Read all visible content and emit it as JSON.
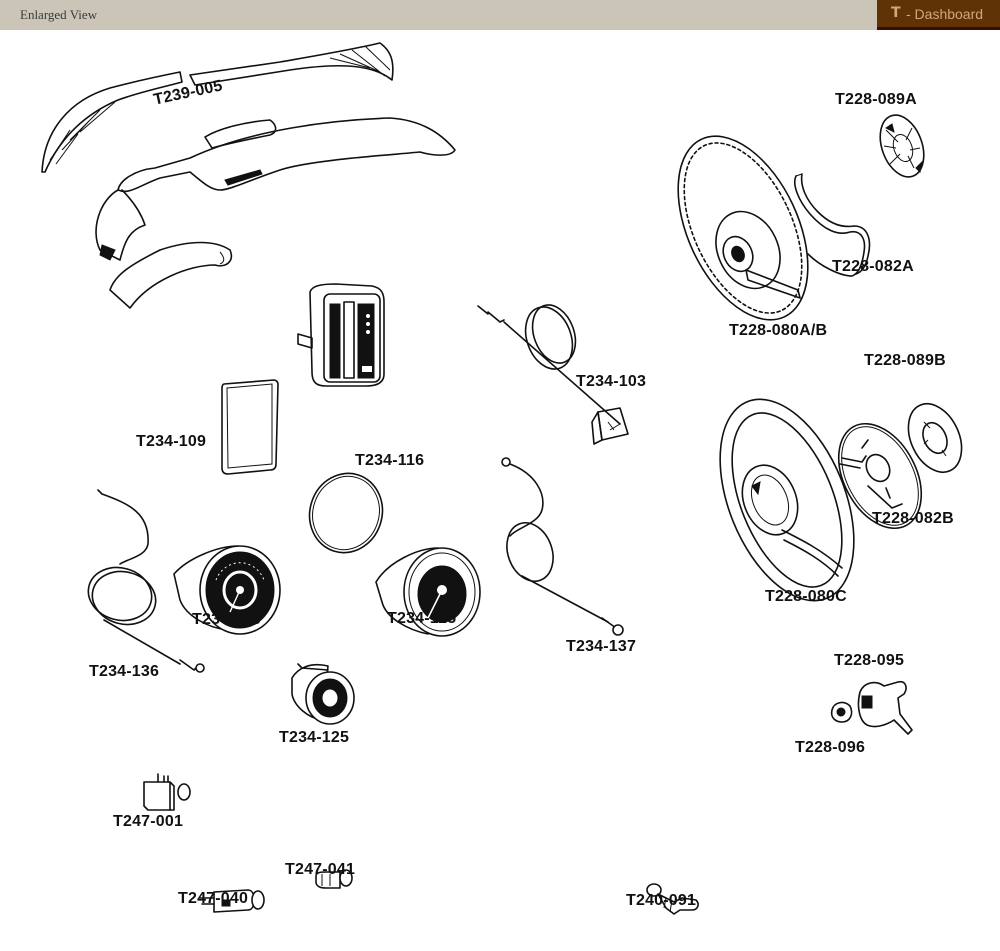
{
  "header": {
    "title": "Enlarged View",
    "section_letter": "T",
    "section_label": "- Dashboard",
    "colors": {
      "bar_background": "#cbc5b8",
      "section_background": "#5f3306",
      "section_border": "#3a0c06",
      "section_text": "#d8a57a"
    }
  },
  "diagram": {
    "parts": [
      {
        "id": "T239-005",
        "label": "T239-005",
        "description": "dashboard top roll with wood veneer cappings"
      },
      {
        "id": "T228-089A",
        "label": "T228-089A",
        "description": "steering wheel horn push (type A)"
      },
      {
        "id": "T228-082A",
        "label": "T228-082A",
        "description": "horn ring (type A)"
      },
      {
        "id": "T228-080A/B",
        "label": "T228-080A/B",
        "description": "steering wheel (types A/B)"
      },
      {
        "id": "T234-103",
        "label": "T234-103",
        "description": "temperature gauge with capillary"
      },
      {
        "id": "T228-089B",
        "label": "T228-089B",
        "description": "steering wheel horn push (type B)"
      },
      {
        "id": "T234-109",
        "label": "T234-109",
        "description": "instrument panel gasket"
      },
      {
        "id": "T234-116",
        "label": "T234-116",
        "description": "instrument bezel seal ring"
      },
      {
        "id": "T228-082B",
        "label": "T228-082B",
        "description": "horn ring (type B)"
      },
      {
        "id": "T228-080C",
        "label": "T228-080C",
        "description": "steering wheel (type C)"
      },
      {
        "id": "T234-110",
        "label": "T234-110",
        "description": "speedometer"
      },
      {
        "id": "T234-115",
        "label": "T234-115",
        "description": "tachometer"
      },
      {
        "id": "T234-137",
        "label": "T234-137",
        "description": "tachometer drive cable"
      },
      {
        "id": "T234-136",
        "label": "T234-136",
        "description": "speedometer drive cable"
      },
      {
        "id": "T228-095",
        "label": "T228-095",
        "description": "ignition switch"
      },
      {
        "id": "T228-096",
        "label": "T228-096",
        "description": "ignition lock barrel"
      },
      {
        "id": "T234-125",
        "label": "T234-125",
        "description": "small gauge"
      },
      {
        "id": "T247-001",
        "label": "T247-001",
        "description": "switch"
      },
      {
        "id": "T247-041",
        "label": "T247-041",
        "description": "cigar lighter element"
      },
      {
        "id": "T247-040",
        "label": "T247-040",
        "description": "cigar lighter"
      },
      {
        "id": "T240-091",
        "label": "T240-091",
        "description": "panel lamp"
      }
    ]
  }
}
